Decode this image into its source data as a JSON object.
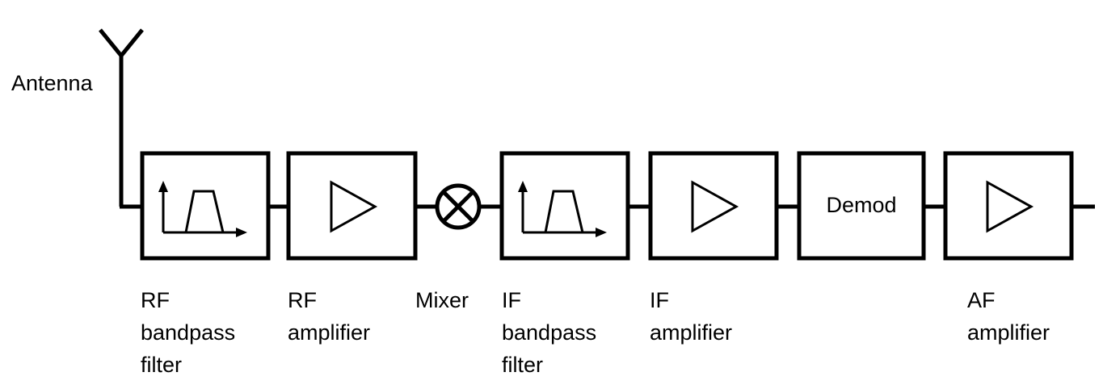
{
  "antenna": {
    "label": "Antenna"
  },
  "blocks": [
    {
      "id": "rf-filter",
      "kind": "bandpass-filter-icon",
      "label_lines": [
        "RF",
        "bandpass",
        "filter"
      ]
    },
    {
      "id": "rf-amp",
      "kind": "amplifier-triangle-icon",
      "label_lines": [
        "RF",
        "amplifier"
      ]
    },
    {
      "id": "mixer",
      "kind": "mixer-circle-x-icon",
      "label_lines": [
        "Mixer"
      ]
    },
    {
      "id": "if-filter",
      "kind": "bandpass-filter-icon",
      "label_lines": [
        "IF",
        "bandpass",
        "filter"
      ]
    },
    {
      "id": "if-amp",
      "kind": "amplifier-triangle-icon",
      "label_lines": [
        "IF",
        "amplifier"
      ]
    },
    {
      "id": "demod",
      "kind": "text-block",
      "text": "Demod"
    },
    {
      "id": "af-amp",
      "kind": "amplifier-triangle-icon",
      "label_lines": [
        "AF",
        "amplifier"
      ]
    }
  ],
  "colors": {
    "stroke": "#000000",
    "background": "#ffffff"
  }
}
